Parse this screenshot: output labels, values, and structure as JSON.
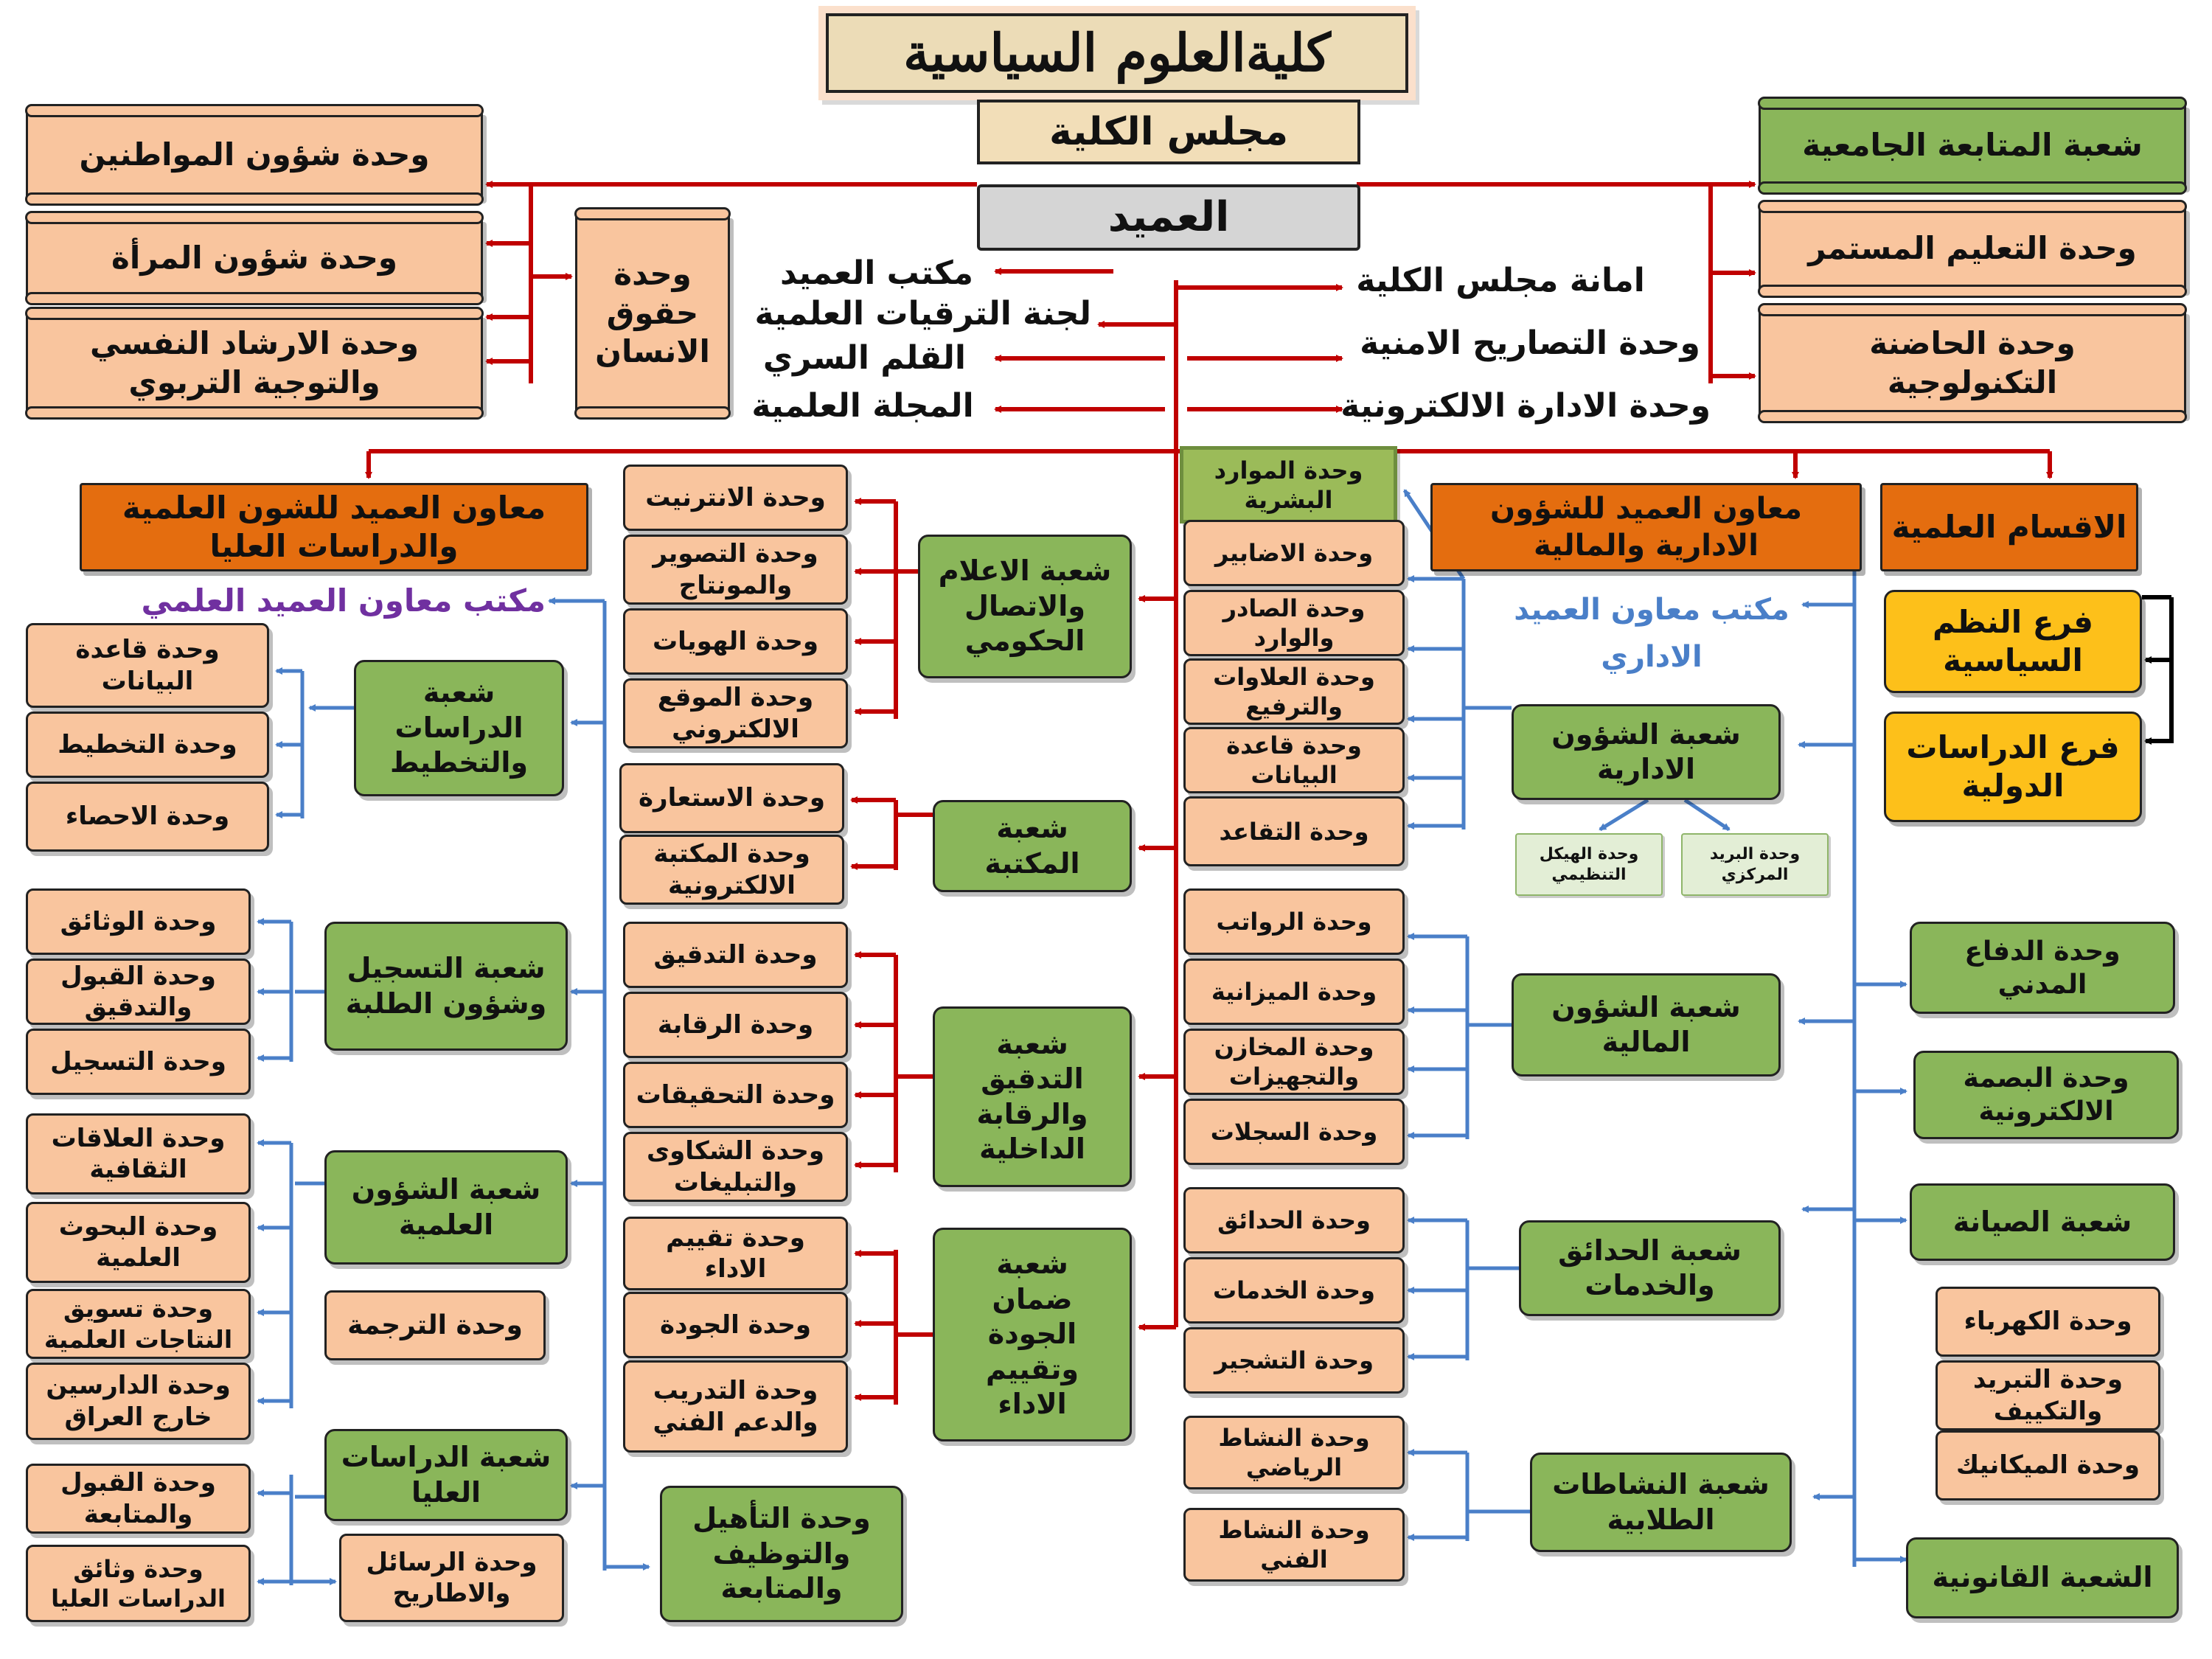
{
  "colors": {
    "red_line": "#c00000",
    "blue_line": "#4a7fc8",
    "peach": "#f9c59e",
    "green": "#8ab65a",
    "orange": "#e46d0f",
    "gold": "#fdc01a",
    "banner": "#ecdcb7"
  },
  "header": {
    "title": "كليةالعلوم السياسية",
    "council": "مجلس الكلية",
    "dean": "العميد"
  },
  "left_top": {
    "units": [
      "وحدة شؤون المواطنين",
      "وحدة شؤون المرأة",
      "وحدة الارشاد النفسي\nوالتوجية التربوي"
    ],
    "human_rights": "وحدة\nحقوق\nالانسان"
  },
  "right_top": {
    "units": [
      "شعبة المتابعة الجامعية",
      "وحدة التعليم المستمر",
      "وحدة الحاضنة\nالتكنولوجية"
    ]
  },
  "dean_office": {
    "left": [
      "مكتب العميد",
      "لجنة الترقيات العلمية",
      "القلم السري",
      "المجلة العلمية"
    ],
    "right": [
      "امانة مجلس الكلية",
      "وحدة التصاريح الامنية",
      "وحدة الادارة الالكترونية"
    ]
  },
  "scientific_assistant": {
    "title": "معاون العميد للشون العلمية\nوالدراسات العليا",
    "office": "مكتب معاون العميد العلمي",
    "divisions": {
      "studies": "شعبة\nالدراسات\nوالتخطيط",
      "registration": "شعبة التسجيل\nوشؤون الطلبة",
      "scientific": "شعبة الشؤون\nالعلمية",
      "translation": "وحدة الترجمة",
      "postgrad": "شعبة الدراسات\nالعليا",
      "theses": "وحدة الرسائل\nوالاطاريح",
      "qualification": "وحدة التأهيل\nوالتوظيف\nوالمتابعة"
    },
    "units": {
      "studies": [
        "وحدة قاعدة\nالبيانات",
        "وحدة التخطيط",
        "وحدة الاحصاء"
      ],
      "registration": [
        "وحدة الوثائق",
        "وحدة القبول\nوالتدقيق",
        "وحدة التسجيل"
      ],
      "scientific": [
        "وحدة العلاقات\nالثقافية",
        "وحدة البحوث\nالعلمية",
        "وحدة تسويق\nالنتاجات العلمية",
        "وحدة الدارسين\nخارج العراق"
      ],
      "postgrad": [
        "وحدة القبول\nوالمتابعة",
        "وحدة وثائق\nالدراسات العليا"
      ]
    }
  },
  "dean_divisions": {
    "media": "شعبة الاعلام\nوالاتصال\nالحكومي",
    "library": "شعبة\nالمكتبة",
    "audit": "شعبة\nالتدقيق\nوالرقابة\nالداخلية",
    "quality": "شعبة\nضمان\nالجودة\nوتقييم\nالاداء",
    "media_units": [
      "وحدة الانترنيت",
      "وحدة التصوير\nوالمونتاج",
      "وحدة الهويات",
      "وحدة الموقع\nالالكتروني"
    ],
    "library_units": [
      "وحدة الاستعارة",
      "وحدة المكتبة\nالالكترونية"
    ],
    "audit_units": [
      "وحدة التدقيق",
      "وحدة الرقابة",
      "وحدة التحقيقات",
      "وحدة الشكاوى\nوالتبليغات"
    ],
    "quality_units": [
      "وحدة تقييم\nالاداء",
      "وحدة الجودة",
      "وحدة التدريب\nوالدعم الفني"
    ]
  },
  "admin_assistant": {
    "title": "معاون العميد للشؤون\nالادارية والمالية",
    "office": "مكتب معاون العميد\nالاداري",
    "hr": "وحدة الموارد\nالبشرية",
    "divisions": {
      "admin": "شعبة الشؤون\nالادارية",
      "finance": "شعبة الشؤون\nالمالية",
      "gardens": "شعبة الحدائق\nوالخدمات",
      "activities": "شعبة النشاطات\nالطلابية"
    },
    "admin_units": [
      "وحدة الاضابير",
      "وحدة الصادر\nوالوارد",
      "وحدة العلاوات\nوالترفيع",
      "وحدة قاعدة\nالبيانات",
      "وحدة التقاعد"
    ],
    "admin_small": [
      "وحدة البريد\nالمركزي",
      "وحدة الهيكل\nالتنظيمي"
    ],
    "finance_units": [
      "وحدة الرواتب",
      "وحدة الميزانية",
      "وحدة المخازن\nوالتجهيزات",
      "وحدة السجلات"
    ],
    "gardens_units": [
      "وحدة الحدائق",
      "وحدة الخدمات",
      "وحدة التشجير"
    ],
    "activities_units": [
      "وحدة النشاط\nالرياضي",
      "وحدة النشاط\nالفني"
    ],
    "right_column": {
      "civil_defense": "وحدة الدفاع\nالمدني",
      "fingerprint": "وحدة البصمة\nالالكترونية",
      "maintenance": "شعبة الصيانة",
      "maintenance_units": [
        "وحدة الكهرباء",
        "وحدة التبريد\nوالتكييف",
        "وحدة الميكانيك"
      ],
      "legal": "الشعبة القانونية"
    }
  },
  "departments": {
    "title": "الاقسام العلمية",
    "branches": [
      "فرع النظم\nالسياسية",
      "فرع الدراسات\nالدولية"
    ]
  }
}
